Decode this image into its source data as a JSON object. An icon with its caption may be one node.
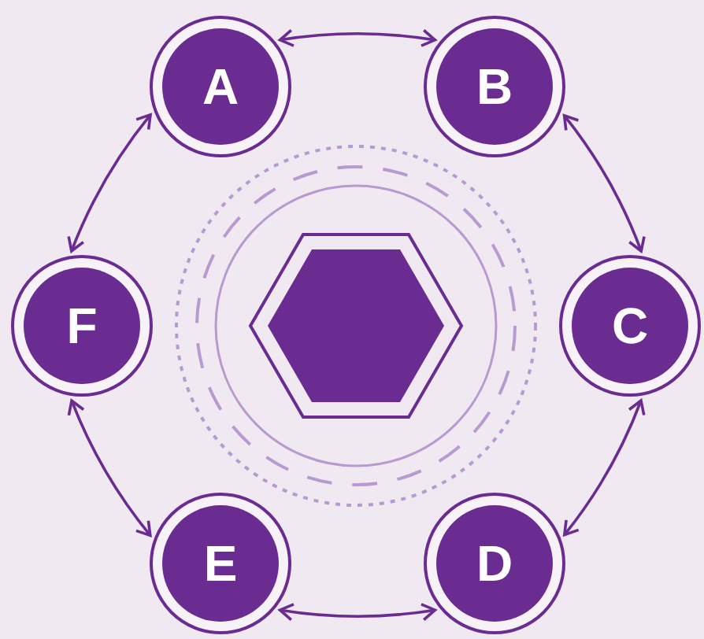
{
  "diagram": {
    "nodes": [
      {
        "text": [
          "A"
        ]
      },
      {
        "text": [
          "B"
        ]
      },
      {
        "text": [
          "C"
        ]
      },
      {
        "text": [
          "D"
        ]
      },
      {
        "text": [
          "E"
        ]
      },
      {
        "text": [
          "F"
        ]
      }
    ],
    "edges": [
      {
        "from": 0,
        "to": 1,
        "arrow": "both"
      },
      {
        "from": 1,
        "to": 2,
        "arrow": "both"
      },
      {
        "from": 2,
        "to": 3,
        "arrow": "both"
      },
      {
        "from": 3,
        "to": 4,
        "arrow": "both"
      },
      {
        "from": 4,
        "to": 5,
        "arrow": "both"
      },
      {
        "from": 5,
        "to": 0,
        "arrow": "both"
      }
    ]
  }
}
